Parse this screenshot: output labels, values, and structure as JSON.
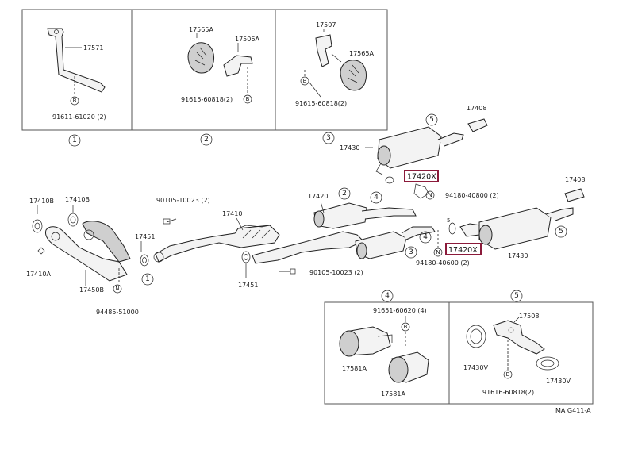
{
  "boxes": {
    "box1": {
      "callout": "1",
      "parts": {
        "bracket": "17571",
        "bolt": "91611-61020 (2)"
      }
    },
    "box2": {
      "callout": "2",
      "parts": {
        "cushion": "17565A",
        "bracket": "17506A",
        "bolt": "91615-60818(2)"
      }
    },
    "box3": {
      "callout": "3",
      "parts": {
        "bracket": "17507",
        "cushion": "17565A",
        "bolt": "91615-60818(2)"
      }
    },
    "box4": {
      "callout": "4",
      "parts": {
        "bolt": "91651-60620 (4)",
        "upper": "17581A",
        "lower": "17581A"
      }
    },
    "box5": {
      "callout": "5",
      "parts": {
        "bracket": "17508",
        "gasket_left": "17430V",
        "gasket_right": "17430V",
        "bolt": "91616-60818(2)"
      }
    }
  },
  "main": {
    "gasket_a": "17410B",
    "gasket_b": "17410B",
    "clamp": "17410A",
    "manifold_pipe": "17450B",
    "nut": "94485-51000",
    "gasket_461a": "17451",
    "gasket_461b": "17451",
    "bolt_top": "90105-10023 (2)",
    "bolt_bottom": "90105-10023 (2)",
    "front_pipe": "17410",
    "center_pipe": "17420",
    "nut_upper": "94180-40800 (2)",
    "nut_lower": "94180-40600 (2)",
    "muffler_upper": "17430",
    "muffler_lower": "17430",
    "tail_upper": "17408",
    "tail_lower": "17408",
    "highlight_upper": "17420X",
    "highlight_lower": "17420X"
  },
  "callouts": {
    "c1": "1",
    "c2": "2",
    "c3": "3",
    "c4": "4",
    "c5": "5",
    "c1b": "1",
    "c2b": "2",
    "c3b": "3",
    "c4b": "4",
    "c5b": "5",
    "c5c": "5"
  },
  "marks": {
    "B": "B",
    "N": "N"
  },
  "diagram_code": "MA G411-A"
}
